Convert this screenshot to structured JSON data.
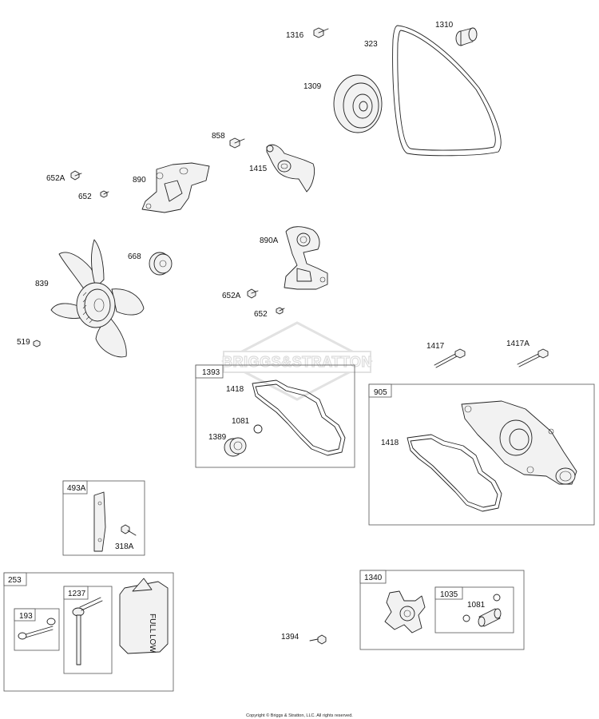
{
  "watermark": "BRIGGS&STRATTON",
  "copyright": "Copyright © Briggs & Stratton, LLC. All rights reserved.",
  "callouts": {
    "c1316": "1316",
    "c323": "323",
    "c1310": "1310",
    "c1309": "1309",
    "c858": "858",
    "c1415": "1415",
    "c652A_top": "652A",
    "c652_top": "652",
    "c890": "890",
    "c890A": "890A",
    "c668": "668",
    "c839": "839",
    "c652A_mid": "652A",
    "c652_mid": "652",
    "c519": "519",
    "c1417": "1417",
    "c1417A": "1417A",
    "c1393": "1393",
    "c1418_a": "1418",
    "c1081_a": "1081",
    "c1389": "1389",
    "c905": "905",
    "c1418_b": "1418",
    "c493A": "493A",
    "c318A": "318A",
    "c253": "253",
    "c1237": "1237",
    "c193": "193",
    "c1340": "1340",
    "c1035": "1035",
    "c1081_b": "1081",
    "c1394": "1394"
  },
  "reservoir_text": {
    "full": "FULL",
    "low": "LOW"
  }
}
